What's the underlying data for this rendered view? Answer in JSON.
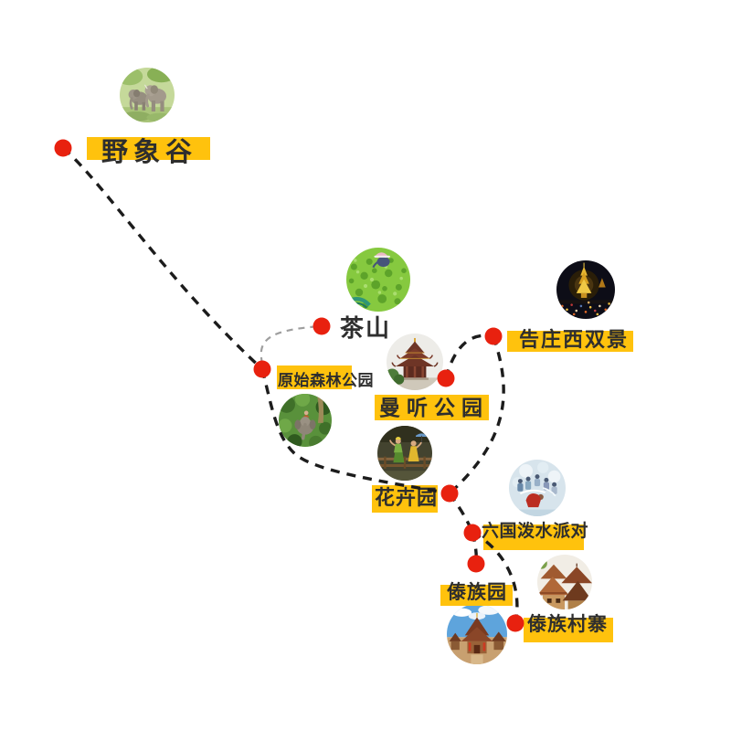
{
  "map": {
    "type": "tour-route-map",
    "colors": {
      "background": "#ffffff",
      "highlight_yellow": "#ffc20d",
      "marker_red": "#e8210f",
      "route_black": "#1c1c1c",
      "route_gray": "#9e9e9e",
      "label_text": "#2e2e2e"
    },
    "locations": [
      {
        "name": "野象谷",
        "highlighted": true,
        "marker": "red-dot",
        "photo": "two-elephants"
      },
      {
        "name": "茶山",
        "highlighted": false,
        "marker": "red-dot",
        "photo": "tea-plantation-pickers"
      },
      {
        "name": "原始森林公园",
        "highlighted": true,
        "marker": "red-dot",
        "photo": "elephant-riding-jungle"
      },
      {
        "name": "曼听公园",
        "highlighted": true,
        "marker": "red-dot",
        "photo": "dai-temple"
      },
      {
        "name": "告庄西双景",
        "highlighted": true,
        "marker": "red-dot",
        "photo": "night-market-pagoda"
      },
      {
        "name": "花卉园",
        "highlighted": true,
        "marker": "red-dot",
        "photo": "dai-dancers"
      },
      {
        "name": "六国泼水派对",
        "highlighted": true,
        "marker": "red-dot",
        "photo": "water-splashing-crowd"
      },
      {
        "name": "傣族园",
        "highlighted": true,
        "marker": "red-dot",
        "photo": "dai-village-blue-sky"
      },
      {
        "name": "傣族村寨",
        "highlighted": true,
        "marker": "red-dot",
        "photo": "village-rooftops"
      }
    ],
    "routes": [
      {
        "from": "野象谷",
        "to": "原始森林公园",
        "style": "black-dashed"
      },
      {
        "from": "原始森林公园",
        "to": "茶山",
        "style": "gray-dashed"
      },
      {
        "from": "原始森林公园",
        "to": "花卉园",
        "style": "black-dashed"
      },
      {
        "from": "曼听公园",
        "to": "告庄西双景",
        "style": "black-dashed"
      },
      {
        "from": "告庄西双景",
        "to": "花卉园",
        "style": "black-dashed"
      },
      {
        "from": "花卉园",
        "to": "六国泼水派对",
        "style": "black-dashed"
      },
      {
        "from": "六国泼水派对",
        "to": "傣族园",
        "style": "black-dashed"
      },
      {
        "from": "六国泼水派对",
        "to": "傣族村寨",
        "style": "black-dashed"
      }
    ]
  }
}
